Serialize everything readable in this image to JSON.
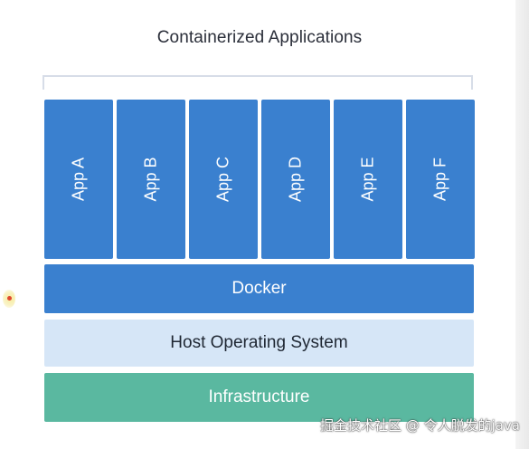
{
  "title": "Containerized Applications",
  "apps": [
    "App A",
    "App B",
    "App C",
    "App D",
    "App E",
    "App F"
  ],
  "layers": {
    "docker": "Docker",
    "host_os": "Host Operating System",
    "infrastructure": "Infrastructure"
  },
  "watermark": "掘金技术社区 @ 令人脱发的java",
  "colors": {
    "app_blue": "#3a80cf",
    "docker_blue": "#3a80cf",
    "host_light_blue": "#d6e6f7",
    "infra_teal": "#5ab8a0"
  }
}
